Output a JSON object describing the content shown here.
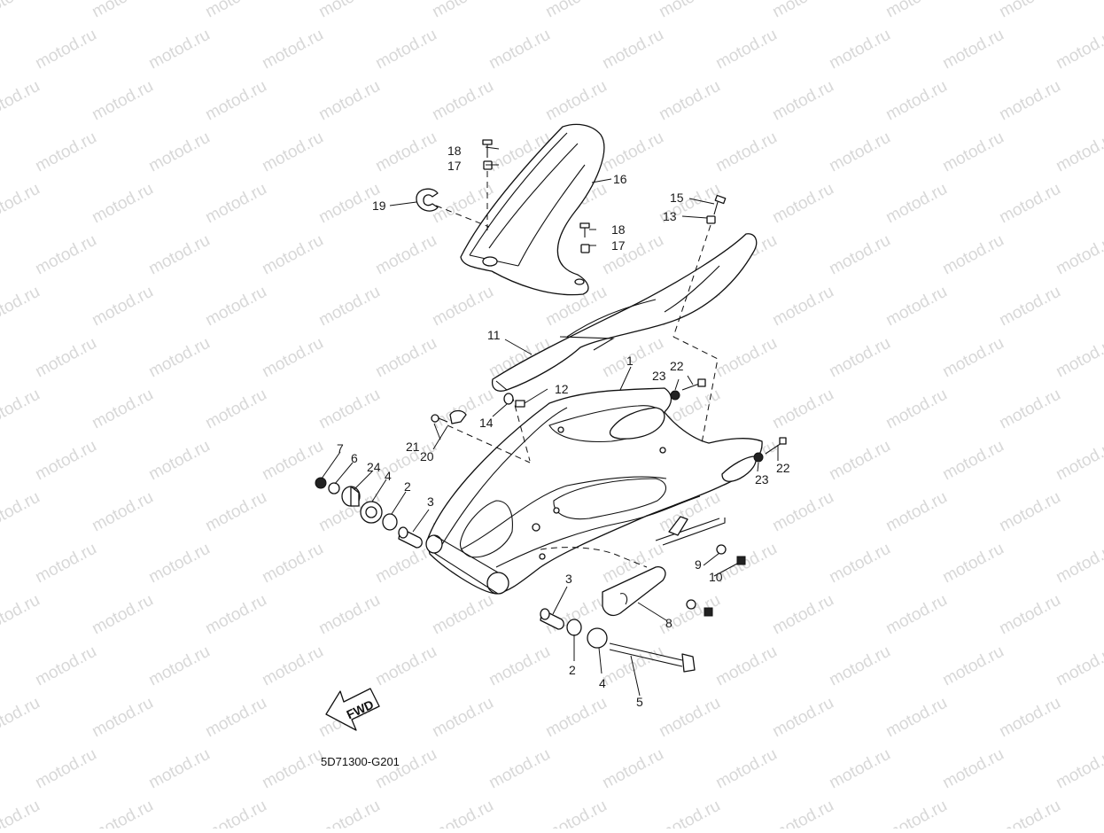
{
  "watermark": "motod.ru",
  "drawing_code": "5D71300-G201",
  "direction_label": "FWD",
  "callouts": {
    "c1": "1",
    "c2a": "2",
    "c2b": "2",
    "c3a": "3",
    "c3b": "3",
    "c4a": "4",
    "c4b": "4",
    "c5": "5",
    "c6": "6",
    "c7": "7",
    "c8": "8",
    "c9": "9",
    "c10": "10",
    "c11": "11",
    "c12": "12",
    "c13": "13",
    "c14": "14",
    "c15": "15",
    "c16": "16",
    "c17a": "17",
    "c17b": "17",
    "c18a": "18",
    "c18b": "18",
    "c19": "19",
    "c20": "20",
    "c21": "21",
    "c22a": "22",
    "c22b": "22",
    "c23a": "23",
    "c23b": "23",
    "c24": "24"
  }
}
